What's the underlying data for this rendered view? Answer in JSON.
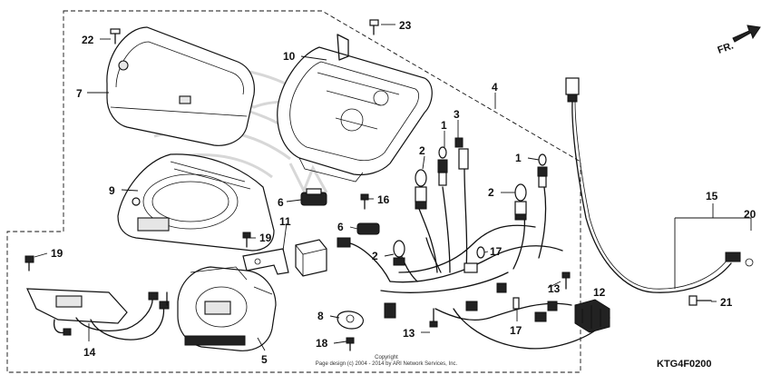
{
  "diagram": {
    "code": "KTG4F0200",
    "direction_label": "FR.",
    "copyright_line1": "Copyright",
    "copyright_line2": "Page design (c) 2004 - 2014 by ARI Network Services, Inc."
  },
  "callouts": [
    {
      "id": "c23",
      "label": "23"
    },
    {
      "id": "c22",
      "label": "22"
    },
    {
      "id": "c10",
      "label": "10"
    },
    {
      "id": "c7",
      "label": "7"
    },
    {
      "id": "c4",
      "label": "4"
    },
    {
      "id": "c1a",
      "label": "1"
    },
    {
      "id": "c3",
      "label": "3"
    },
    {
      "id": "c2a",
      "label": "2"
    },
    {
      "id": "c1b",
      "label": "1"
    },
    {
      "id": "c15",
      "label": "15"
    },
    {
      "id": "c9",
      "label": "9"
    },
    {
      "id": "c16",
      "label": "16"
    },
    {
      "id": "c6a",
      "label": "6"
    },
    {
      "id": "c2b",
      "label": "2"
    },
    {
      "id": "c20",
      "label": "20"
    },
    {
      "id": "c6b",
      "label": "6"
    },
    {
      "id": "c11",
      "label": "11"
    },
    {
      "id": "c19a",
      "label": "19"
    },
    {
      "id": "c17a",
      "label": "17"
    },
    {
      "id": "c19b",
      "label": "19"
    },
    {
      "id": "c2c",
      "label": "2"
    },
    {
      "id": "c13a",
      "label": "13"
    },
    {
      "id": "c12",
      "label": "12"
    },
    {
      "id": "c21",
      "label": "21"
    },
    {
      "id": "c8",
      "label": "8"
    },
    {
      "id": "c13b",
      "label": "13"
    },
    {
      "id": "c17b",
      "label": "17"
    },
    {
      "id": "c18",
      "label": "18"
    },
    {
      "id": "c14",
      "label": "14"
    },
    {
      "id": "c5",
      "label": "5"
    }
  ]
}
